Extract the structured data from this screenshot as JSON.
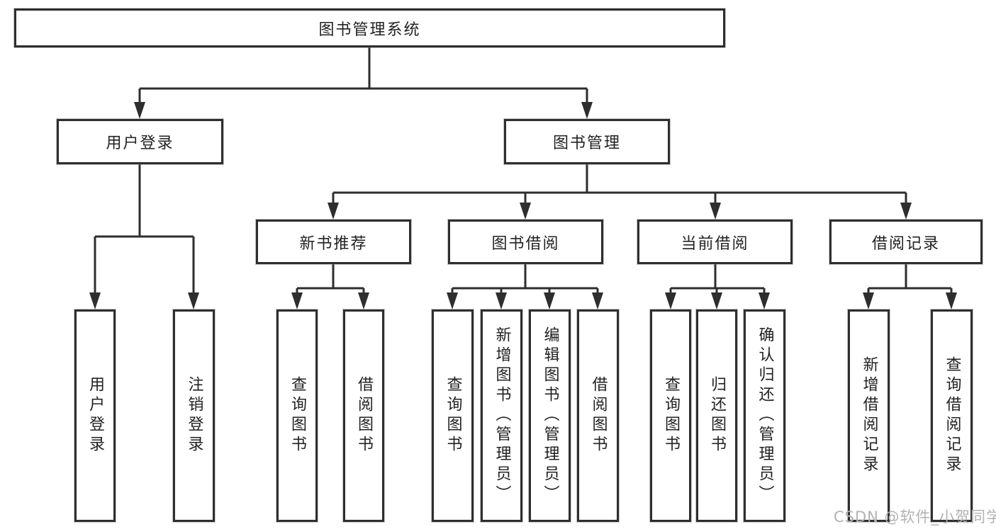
{
  "diagram_title": "图书管理系统",
  "watermark": "CSDN @软件_小贺同学",
  "colors": {
    "background": "#ffffff",
    "box_border": "#2e2e2e",
    "connector_line": "#2e2e2e",
    "text": "#222222",
    "watermark_text": "#b2b2b2"
  },
  "tree": {
    "label": "图书管理系统",
    "children": [
      {
        "label": "用户登录",
        "children": [
          {
            "label": "用户登录"
          },
          {
            "label": "注销登录"
          }
        ]
      },
      {
        "label": "图书管理",
        "children": [
          {
            "label": "新书推荐",
            "children": [
              {
                "label": "查询图书"
              },
              {
                "label": "借阅图书"
              }
            ]
          },
          {
            "label": "图书借阅",
            "children": [
              {
                "label": "查询图书"
              },
              {
                "label": "新增图书（管理员）"
              },
              {
                "label": "编辑图书（管理员）"
              },
              {
                "label": "借阅图书"
              }
            ]
          },
          {
            "label": "当前借阅",
            "children": [
              {
                "label": "查询图书"
              },
              {
                "label": "归还图书"
              },
              {
                "label": "确认归还（管理员）"
              }
            ]
          },
          {
            "label": "借阅记录",
            "children": [
              {
                "label": "新增借阅记录"
              },
              {
                "label": "查询借阅记录"
              }
            ]
          }
        ]
      }
    ]
  }
}
